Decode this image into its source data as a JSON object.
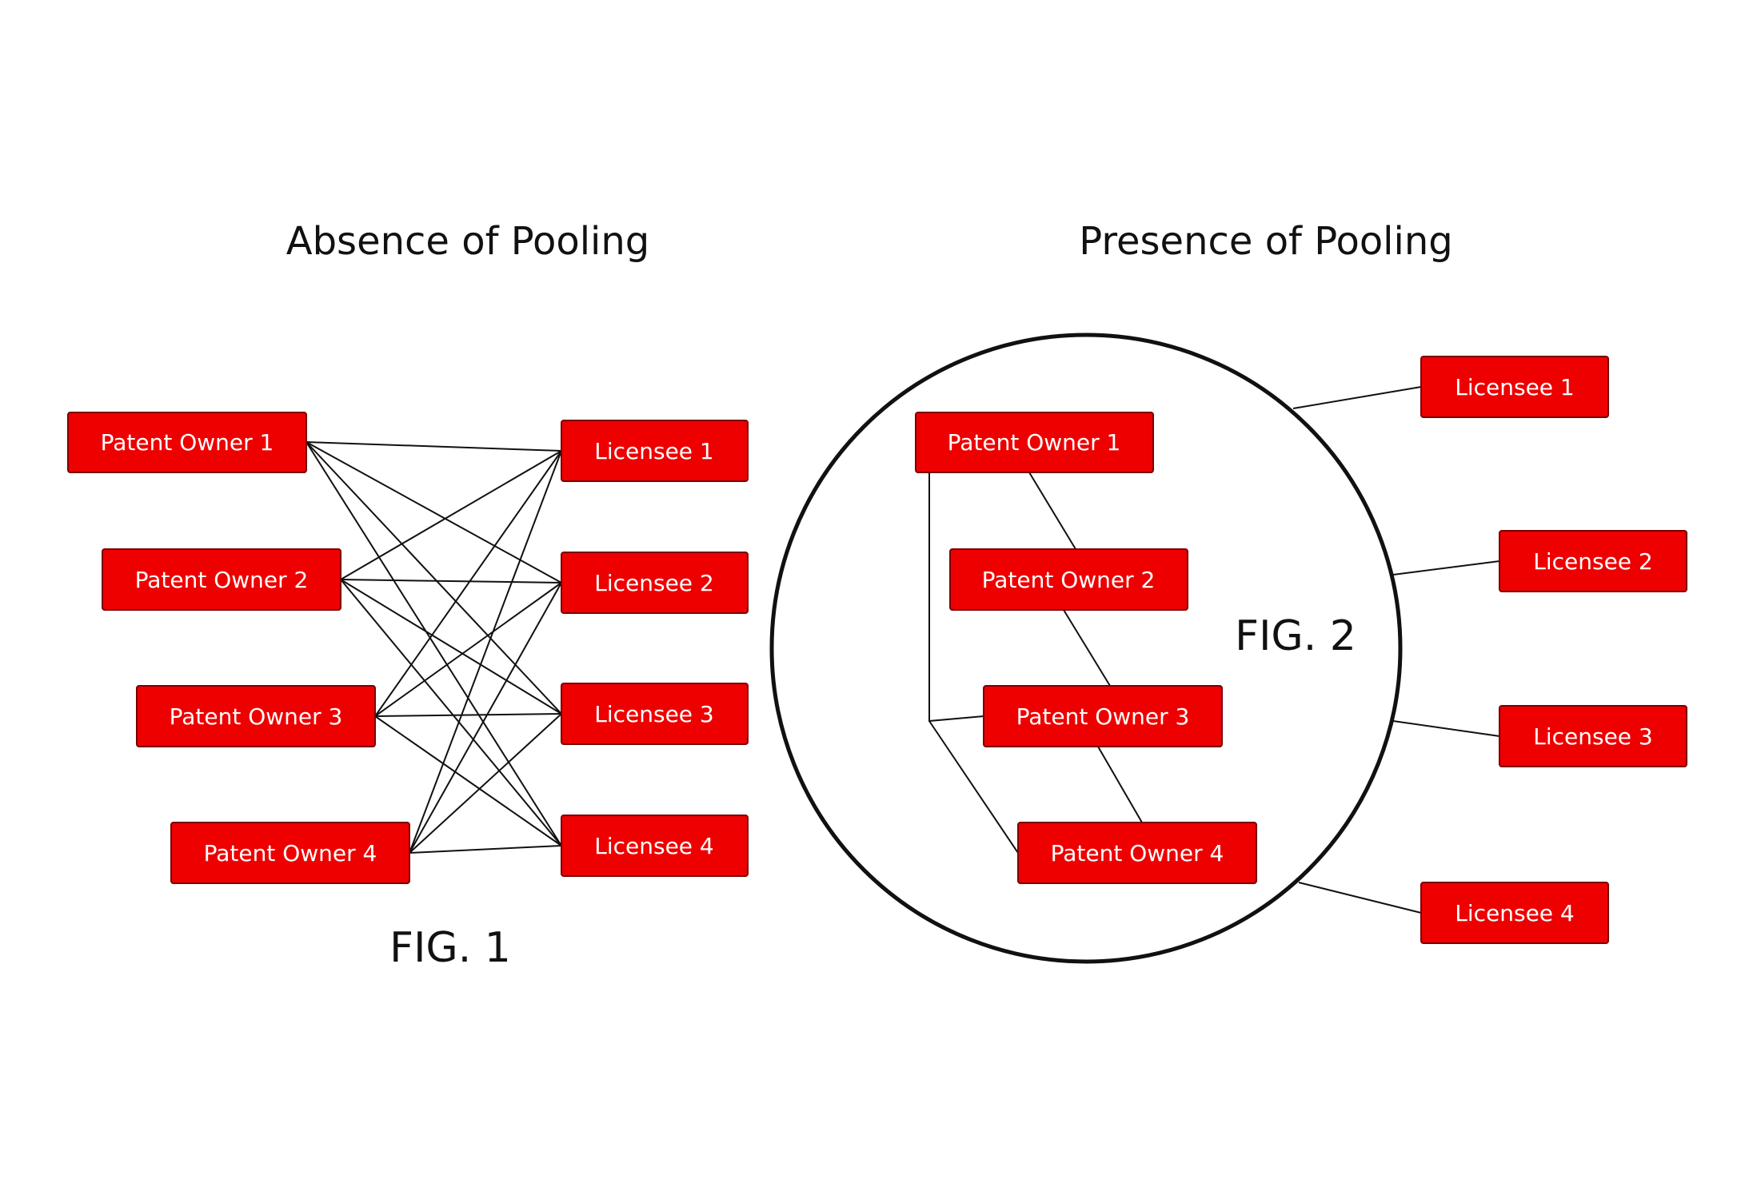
{
  "fig1": {
    "title": "Absence of Pooling",
    "caption": "FIG. 1",
    "owners": [
      "Patent Owner 1",
      "Patent Owner 2",
      "Patent Owner 3",
      "Patent Owner 4"
    ],
    "licensees": [
      "Licensee 1",
      "Licensee 2",
      "Licensee 3",
      "Licensee 4"
    ]
  },
  "fig2": {
    "title": "Presence of Pooling",
    "caption": "FIG. 2",
    "owners": [
      "Patent Owner 1",
      "Patent Owner 2",
      "Patent Owner 3",
      "Patent Owner 4"
    ],
    "licensees": [
      "Licensee 1",
      "Licensee 2",
      "Licensee 3",
      "Licensee 4"
    ]
  },
  "colors": {
    "box_fill": "#ee0000",
    "box_text": "#ffffff",
    "line": "#111111"
  }
}
